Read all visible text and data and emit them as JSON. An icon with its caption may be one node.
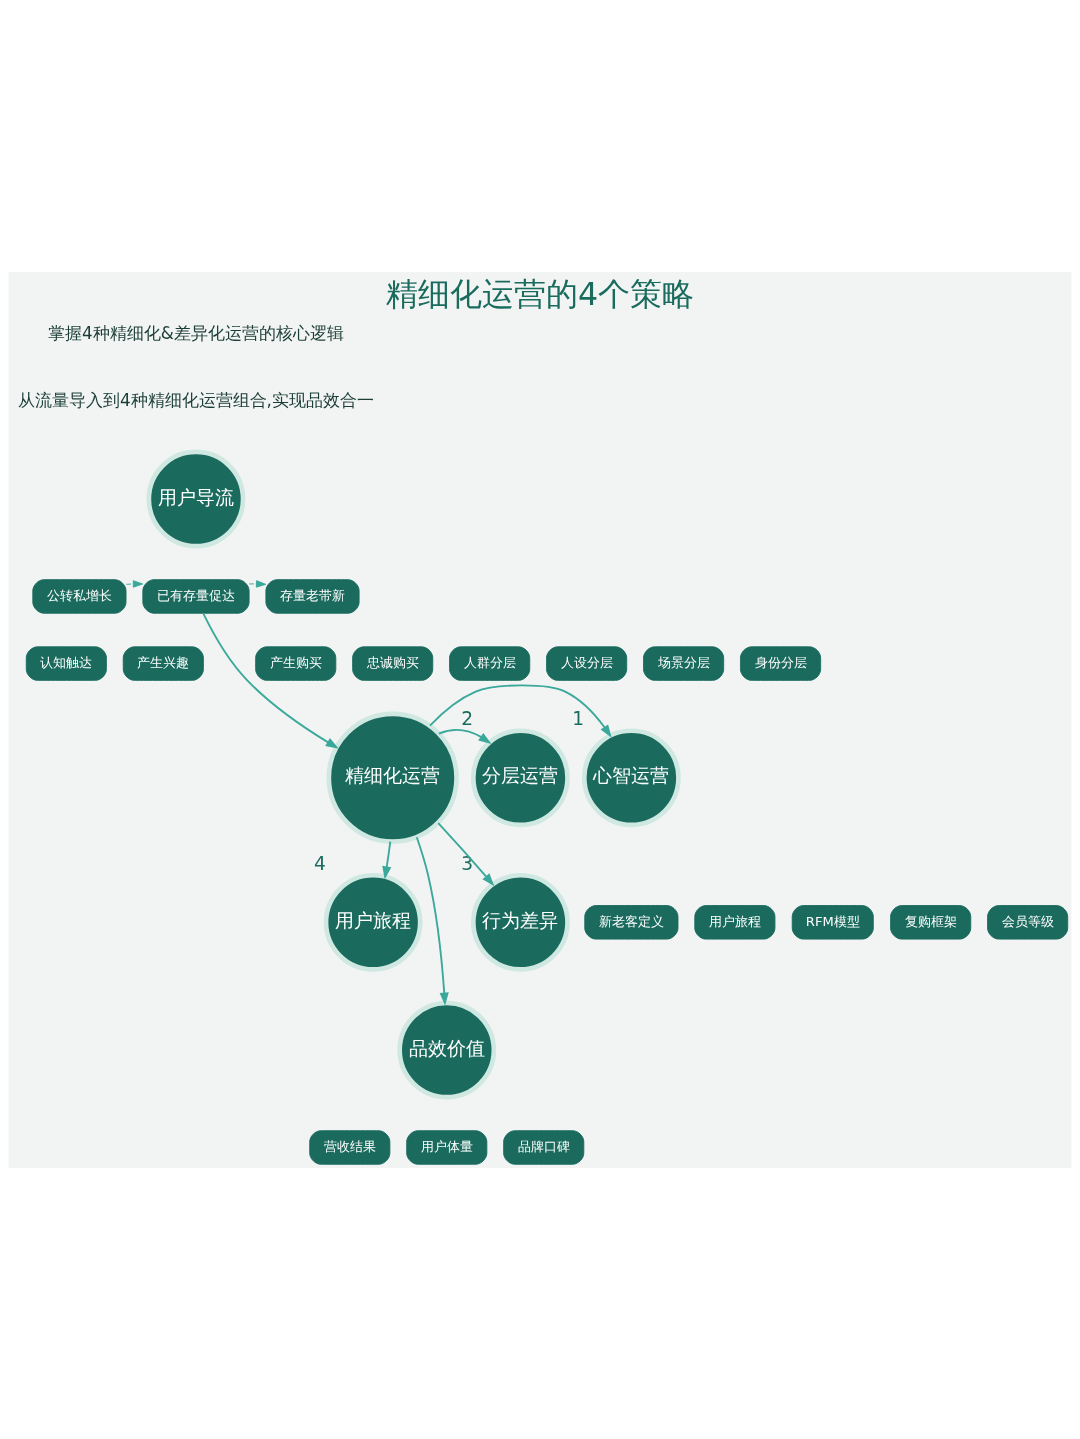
{
  "diagram": {
    "title": "精细化运营的4个策略",
    "nodes": [
      {
        "text": [
          "用户导流"
        ]
      },
      {
        "text": [
          "公转私增长"
        ]
      },
      {
        "text": [
          "存量老带新"
        ]
      },
      {
        "text": [
          "已有存量促达"
        ]
      },
      {
        "text": [
          "精细化运营"
        ]
      },
      {
        "text": [
          "心智运营"
        ],
        "beside": [
          "1"
        ]
      },
      {
        "text": [
          "认知触达"
        ]
      },
      {
        "text": [
          "产生兴趣"
        ]
      },
      {
        "text": [
          "产生购买"
        ]
      },
      {
        "text": [
          "忠诚购买"
        ]
      },
      {
        "text": [
          "分层运营"
        ],
        "beside": [
          "2"
        ]
      },
      {
        "text": [
          "人群分层"
        ]
      },
      {
        "text": [
          "人设分层"
        ]
      },
      {
        "text": [
          "场景分层"
        ]
      },
      {
        "text": [
          "身份分层"
        ]
      },
      {
        "text": [
          "用户旅程"
        ],
        "beside": [
          "4"
        ]
      },
      {
        "text": [
          "新老客定义"
        ]
      },
      {
        "text": [
          "用户旅程"
        ]
      },
      {
        "text": [
          "复购框架"
        ]
      },
      {
        "text": [
          "行为差异"
        ],
        "beside": [
          "3"
        ]
      },
      {
        "text": [
          "RFM模型"
        ]
      },
      {
        "text": [
          "会员等级"
        ]
      },
      {
        "text": [
          "品效价值"
        ]
      },
      {
        "text": [
          "营收结果"
        ]
      },
      {
        "text": [
          "品牌口碑"
        ]
      },
      {
        "text": [
          "用户体量"
        ]
      }
    ],
    "edges": [
      {
        "from": 1,
        "to": 3,
        "arrow": "to",
        "style": "dashed"
      },
      {
        "from": 3,
        "to": 2,
        "arrow": "to",
        "style": "dashed"
      },
      {
        "from": 3,
        "to": 4,
        "arrow": "to"
      },
      {
        "from": 4,
        "to": 5,
        "arrow": "to"
      },
      {
        "from": 4,
        "to": 10,
        "arrow": "to"
      },
      {
        "from": 4,
        "to": 15,
        "arrow": "to"
      },
      {
        "from": 4,
        "to": 19,
        "arrow": "to"
      },
      {
        "from": 4,
        "to": 22,
        "arrow": "to"
      }
    ],
    "labels": [
      "掌握4种精细化&差异化运营的核心逻辑",
      "从流量导入到4种精细化运营组合,实现品效合一"
    ]
  }
}
